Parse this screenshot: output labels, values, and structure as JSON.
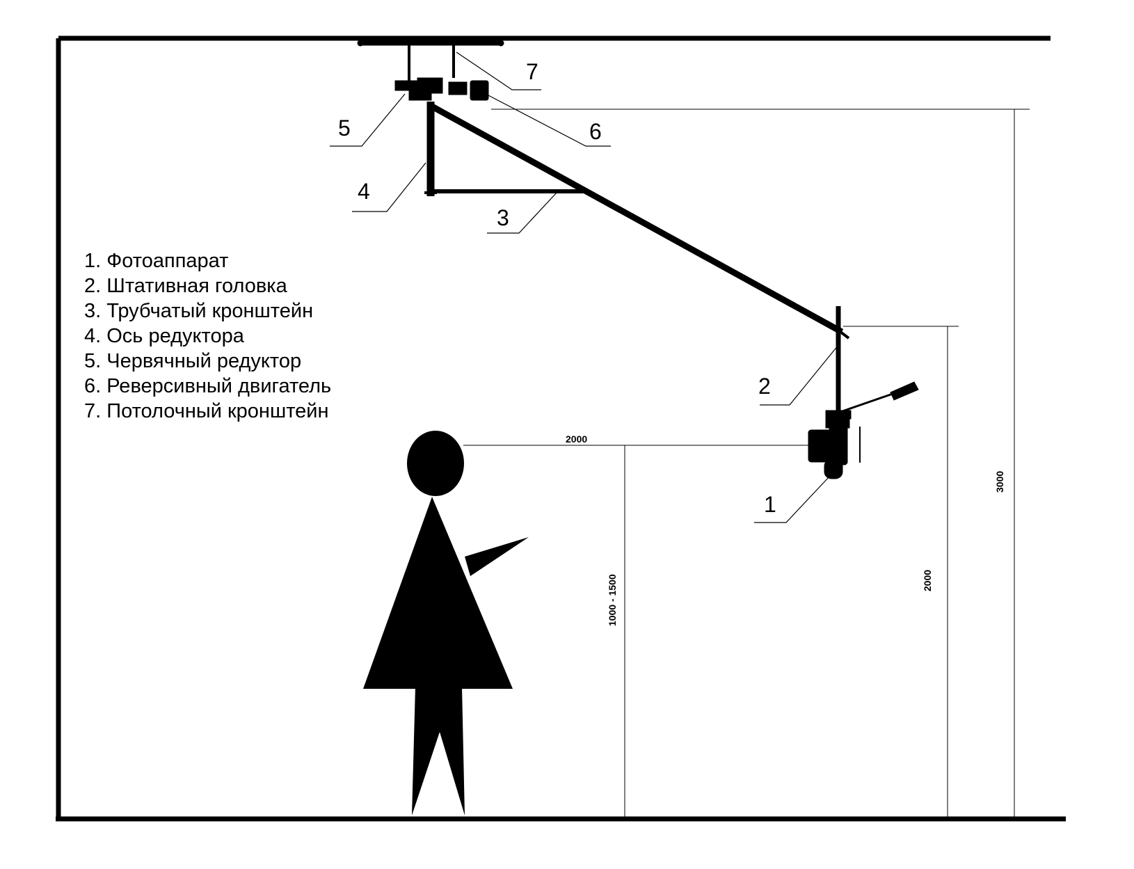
{
  "legend": [
    "1. Фотоаппарат",
    "2. Штативная головка",
    "3. Трубчатый кронштейн",
    "4. Ось редуктора",
    "5. Червячный редуктор",
    "6. Реверсивный двигатель",
    "7. Потолочный кронштейн"
  ],
  "callouts": {
    "c1": "1",
    "c2": "2",
    "c3": "3",
    "c4": "4",
    "c5": "5",
    "c6": "6",
    "c7": "7"
  },
  "dimensions": {
    "horizontal_reach": "2000",
    "eye_height": "1000 - 1500",
    "camera_height": "2000",
    "ceiling_height": "3000"
  },
  "colors": {
    "ink": "#000000",
    "background": "#ffffff"
  }
}
